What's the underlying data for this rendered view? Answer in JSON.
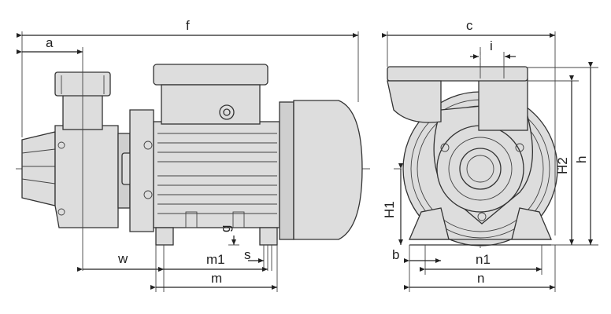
{
  "labels": {
    "f": "f",
    "a": "a",
    "c": "c",
    "i": "i",
    "h": "h",
    "H2": "H2",
    "H1": "H1",
    "g": "g",
    "w": "w",
    "m1": "m1",
    "s": "s",
    "m": "m",
    "b": "b",
    "n1": "n1",
    "n": "n"
  }
}
